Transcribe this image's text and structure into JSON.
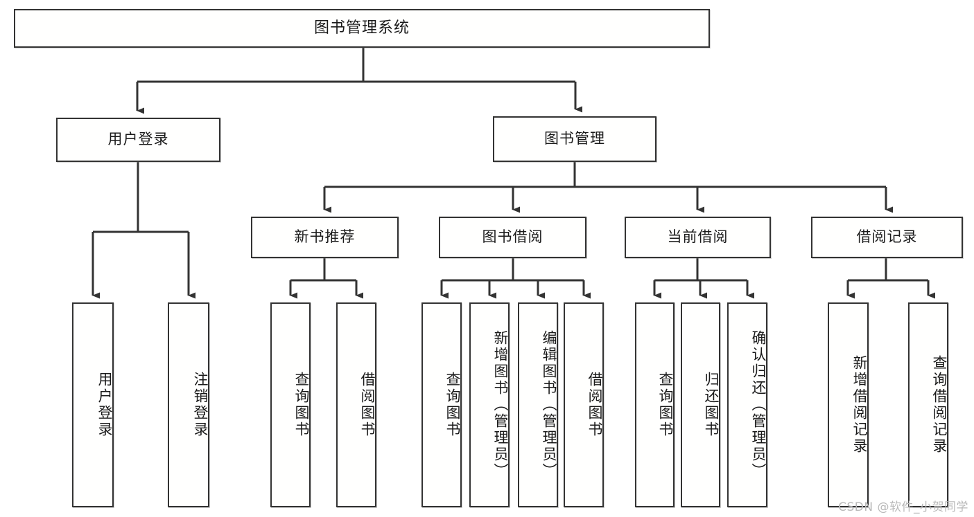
{
  "diagram": {
    "title": "图书管理系统",
    "type": "tree-hierarchy-chart",
    "watermark": "CSDN @软件_小贺同学",
    "colors": {
      "background": "#ffffff",
      "node_border": "#333333",
      "node_fill": "#ffffff",
      "edge": "#333333",
      "text": "#1a1a1a",
      "watermark": "#b9b9b9"
    },
    "root": {
      "label": "图书管理系统"
    },
    "level2": {
      "user_login": {
        "label": "用户登录"
      },
      "book_manage": {
        "label": "图书管理"
      }
    },
    "level3": {
      "new_book_recommend": {
        "label": "新书推荐"
      },
      "book_borrow": {
        "label": "图书借阅"
      },
      "current_borrow": {
        "label": "当前借阅"
      },
      "borrow_record": {
        "label": "借阅记录"
      }
    },
    "leaves": {
      "user_login": [
        {
          "label": "用户登录"
        },
        {
          "label": "注销登录"
        }
      ],
      "new_book_recommend": [
        {
          "label": "查询图书"
        },
        {
          "label": "借阅图书"
        }
      ],
      "book_borrow": [
        {
          "label": "查询图书"
        },
        {
          "label": "新增图书（管理员）"
        },
        {
          "label": "编辑图书（管理员）"
        },
        {
          "label": "借阅图书"
        }
      ],
      "current_borrow": [
        {
          "label": "查询图书"
        },
        {
          "label": "归还图书"
        },
        {
          "label": "确认归还（管理员）"
        }
      ],
      "borrow_record": [
        {
          "label": "新增借阅记录"
        },
        {
          "label": "查询借阅记录"
        }
      ]
    }
  },
  "chart_data": {
    "type": "table",
    "title": "图书管理系统",
    "nodes": [
      {
        "id": "root",
        "label": "图书管理系统",
        "level": 0,
        "parent": null
      },
      {
        "id": "user-login",
        "label": "用户登录",
        "level": 1,
        "parent": "root"
      },
      {
        "id": "book-manage",
        "label": "图书管理",
        "level": 1,
        "parent": "root"
      },
      {
        "id": "new-book-recommend",
        "label": "新书推荐",
        "level": 2,
        "parent": "book-manage"
      },
      {
        "id": "book-borrow",
        "label": "图书借阅",
        "level": 2,
        "parent": "book-manage"
      },
      {
        "id": "current-borrow",
        "label": "当前借阅",
        "level": 2,
        "parent": "book-manage"
      },
      {
        "id": "borrow-record",
        "label": "借阅记录",
        "level": 2,
        "parent": "book-manage"
      },
      {
        "id": "leaf-user-login",
        "label": "用户登录",
        "level": 2,
        "parent": "user-login"
      },
      {
        "id": "leaf-logout",
        "label": "注销登录",
        "level": 2,
        "parent": "user-login"
      },
      {
        "id": "leaf-nbr-query",
        "label": "查询图书",
        "level": 3,
        "parent": "new-book-recommend"
      },
      {
        "id": "leaf-nbr-borrow",
        "label": "借阅图书",
        "level": 3,
        "parent": "new-book-recommend"
      },
      {
        "id": "leaf-bb-query",
        "label": "查询图书",
        "level": 3,
        "parent": "book-borrow"
      },
      {
        "id": "leaf-bb-add",
        "label": "新增图书（管理员）",
        "level": 3,
        "parent": "book-borrow"
      },
      {
        "id": "leaf-bb-edit",
        "label": "编辑图书（管理员）",
        "level": 3,
        "parent": "book-borrow"
      },
      {
        "id": "leaf-bb-borrow",
        "label": "借阅图书",
        "level": 3,
        "parent": "book-borrow"
      },
      {
        "id": "leaf-cb-query",
        "label": "查询图书",
        "level": 3,
        "parent": "current-borrow"
      },
      {
        "id": "leaf-cb-return",
        "label": "归还图书",
        "level": 3,
        "parent": "current-borrow"
      },
      {
        "id": "leaf-cb-confirm",
        "label": "确认归还（管理员）",
        "level": 3,
        "parent": "current-borrow"
      },
      {
        "id": "leaf-br-add",
        "label": "新增借阅记录",
        "level": 3,
        "parent": "borrow-record"
      },
      {
        "id": "leaf-br-query",
        "label": "查询借阅记录",
        "level": 3,
        "parent": "borrow-record"
      }
    ]
  }
}
